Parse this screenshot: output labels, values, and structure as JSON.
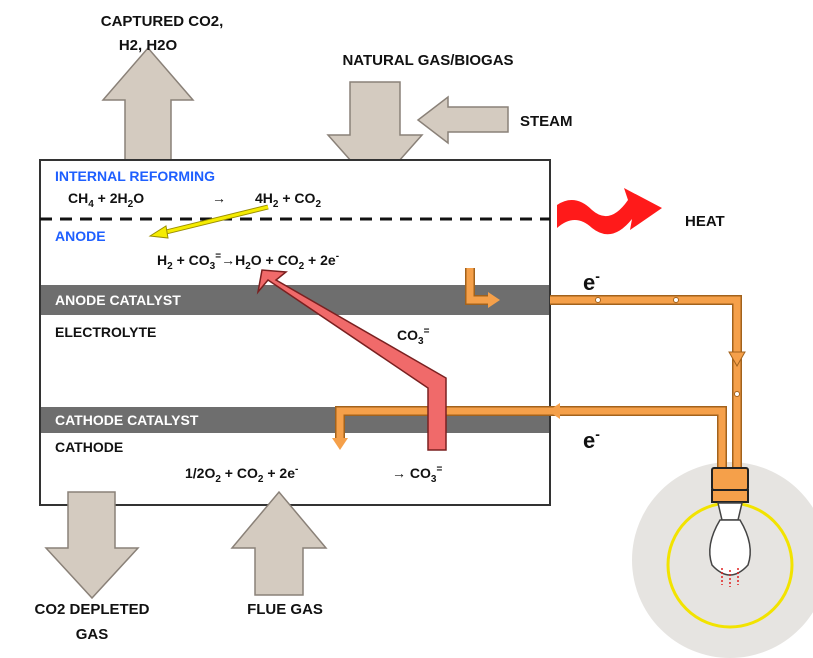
{
  "labels": {
    "captured_line1": "CAPTURED CO2,",
    "captured_line2": "H2, H2O",
    "natural_gas": "NATURAL GAS/BIOGAS",
    "steam": "STEAM",
    "heat": "HEAT",
    "internal_reforming": "INTERNAL REFORMING",
    "anode": "ANODE",
    "anode_catalyst": "ANODE CATALYST",
    "electrolyte": "ELECTROLYTE",
    "cathode_catalyst": "CATHODE CATALYST",
    "cathode": "CATHODE",
    "co2_depleted_line1": "CO2 DEPLETED",
    "co2_depleted_line2": "GAS",
    "flue_gas": "FLUE GAS",
    "electron": "e",
    "electron_sup": "-"
  },
  "equations": {
    "reforming": {
      "ch": "CH",
      "s4": "4",
      "p1": " + 2H",
      "s2": "2",
      "o": "O",
      "arrow": "→",
      "h4": "4H",
      "s2b": "2",
      "p2": " + CO",
      "s2c": "2"
    },
    "anode": {
      "h": "H",
      "s2": "2",
      "p1": " + CO",
      "s3": "3",
      "sup": "=",
      "arrow": "→",
      "h2o": "H",
      "s2b": "2",
      "o": "O + CO",
      "s2c": "2",
      "tail": " + 2e",
      "sup2": "-"
    },
    "carbonate": {
      "co": "CO",
      "s3": "3",
      "sup": "="
    },
    "cathode": {
      "a": "1/2O",
      "s2": "2",
      "b": " + CO",
      "s2b": "2",
      "c": " + 2e",
      "sup": "-",
      "arrow": "→",
      "d": " CO",
      "s3": "3",
      "sup2": "="
    }
  },
  "colors": {
    "cell_border": "#333333",
    "catalyst_band": "#6e6e6e",
    "gas_arrow": "#d4cbc0",
    "electron_wire": "#f5a04a",
    "ion_arrow": "#f06a6a",
    "heat_arrow": "#ff1a1a",
    "reforming_text": "#1e5fff"
  }
}
